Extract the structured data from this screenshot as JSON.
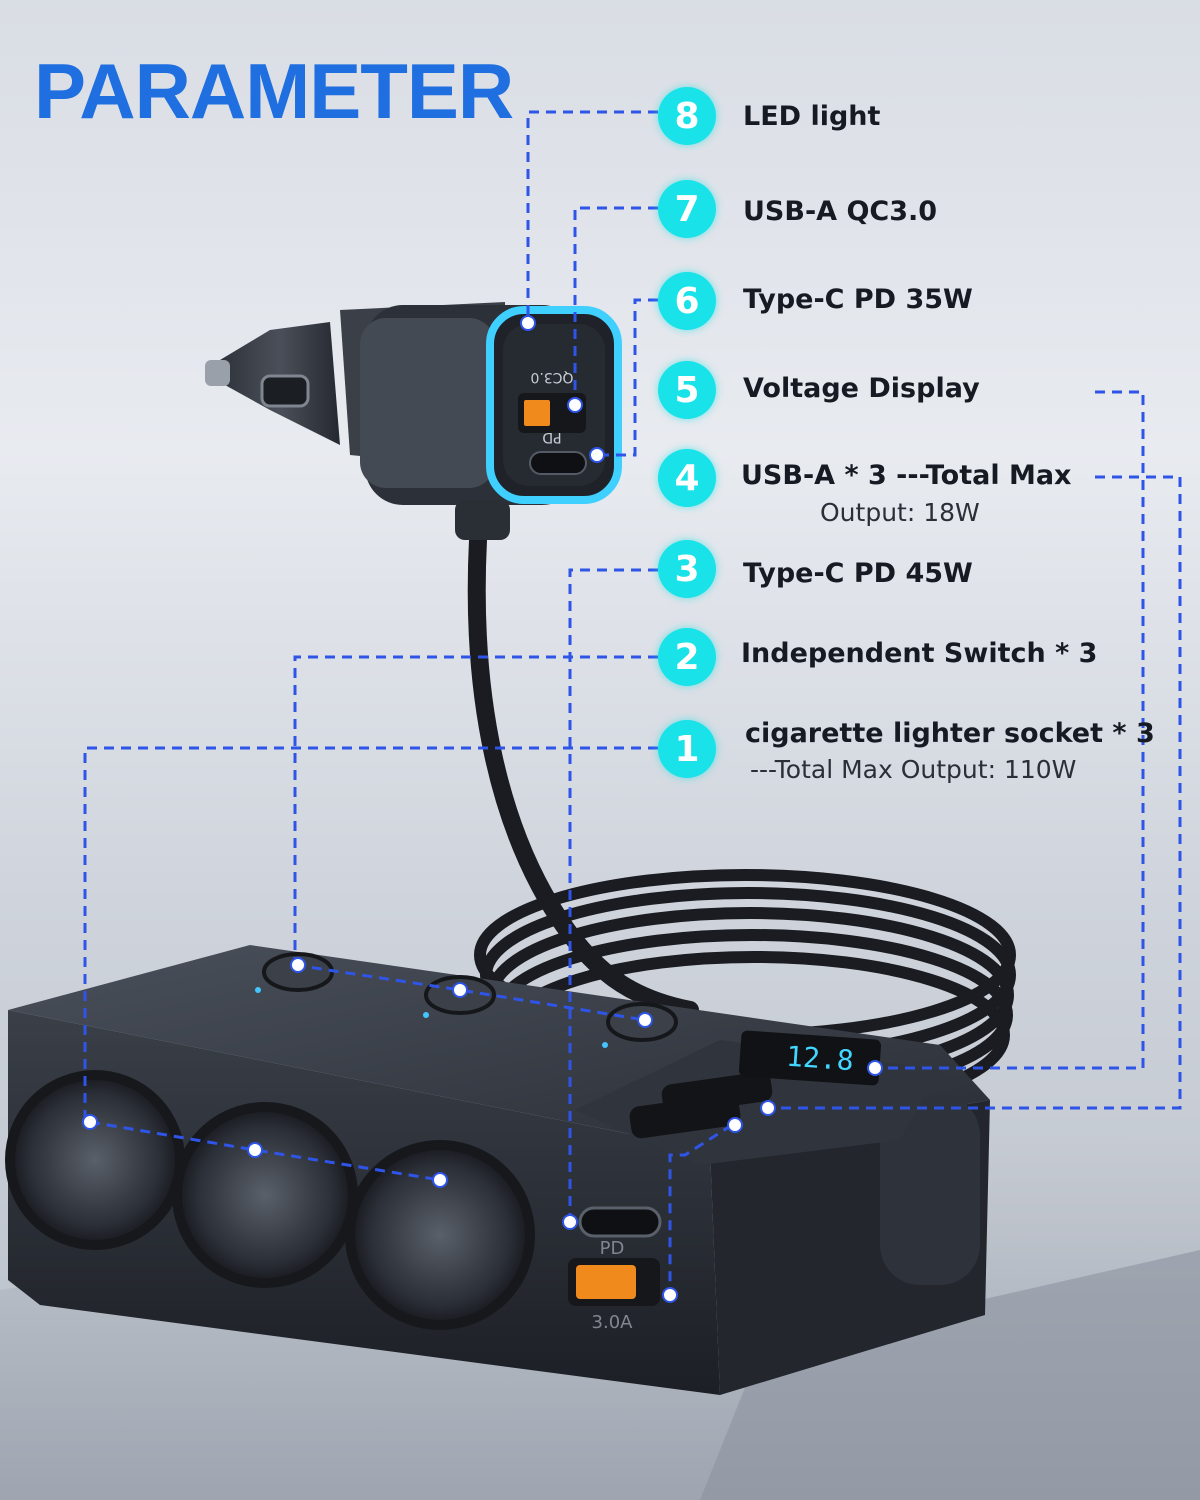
{
  "title": "PARAMETER",
  "colors": {
    "title": "#1f6fe0",
    "badge": "#19e2e8",
    "callout_line": "#2f55e8",
    "device": "#2a2e36",
    "led_glow": "#3fd0ff"
  },
  "parameters": [
    {
      "number": "8",
      "label": "LED light",
      "sub": ""
    },
    {
      "number": "7",
      "label": "USB-A QC3.0",
      "sub": ""
    },
    {
      "number": "6",
      "label": "Type-C PD 35W",
      "sub": ""
    },
    {
      "number": "5",
      "label": "Voltage Display",
      "sub": ""
    },
    {
      "number": "4",
      "label": "USB-A * 3 ---Total Max",
      "sub": "Output: 18W"
    },
    {
      "number": "3",
      "label": "Type-C PD 45W",
      "sub": ""
    },
    {
      "number": "2",
      "label": "Independent Switch * 3",
      "sub": ""
    },
    {
      "number": "1",
      "label": "cigarette lighter socket * 3",
      "sub": "---Total Max Output: 110W"
    }
  ],
  "device": {
    "plug_port_labels": [
      "QC3.0",
      "PD"
    ],
    "hub_port_labels": [
      "PD",
      "3.0A"
    ],
    "display_reading": "12.8"
  }
}
